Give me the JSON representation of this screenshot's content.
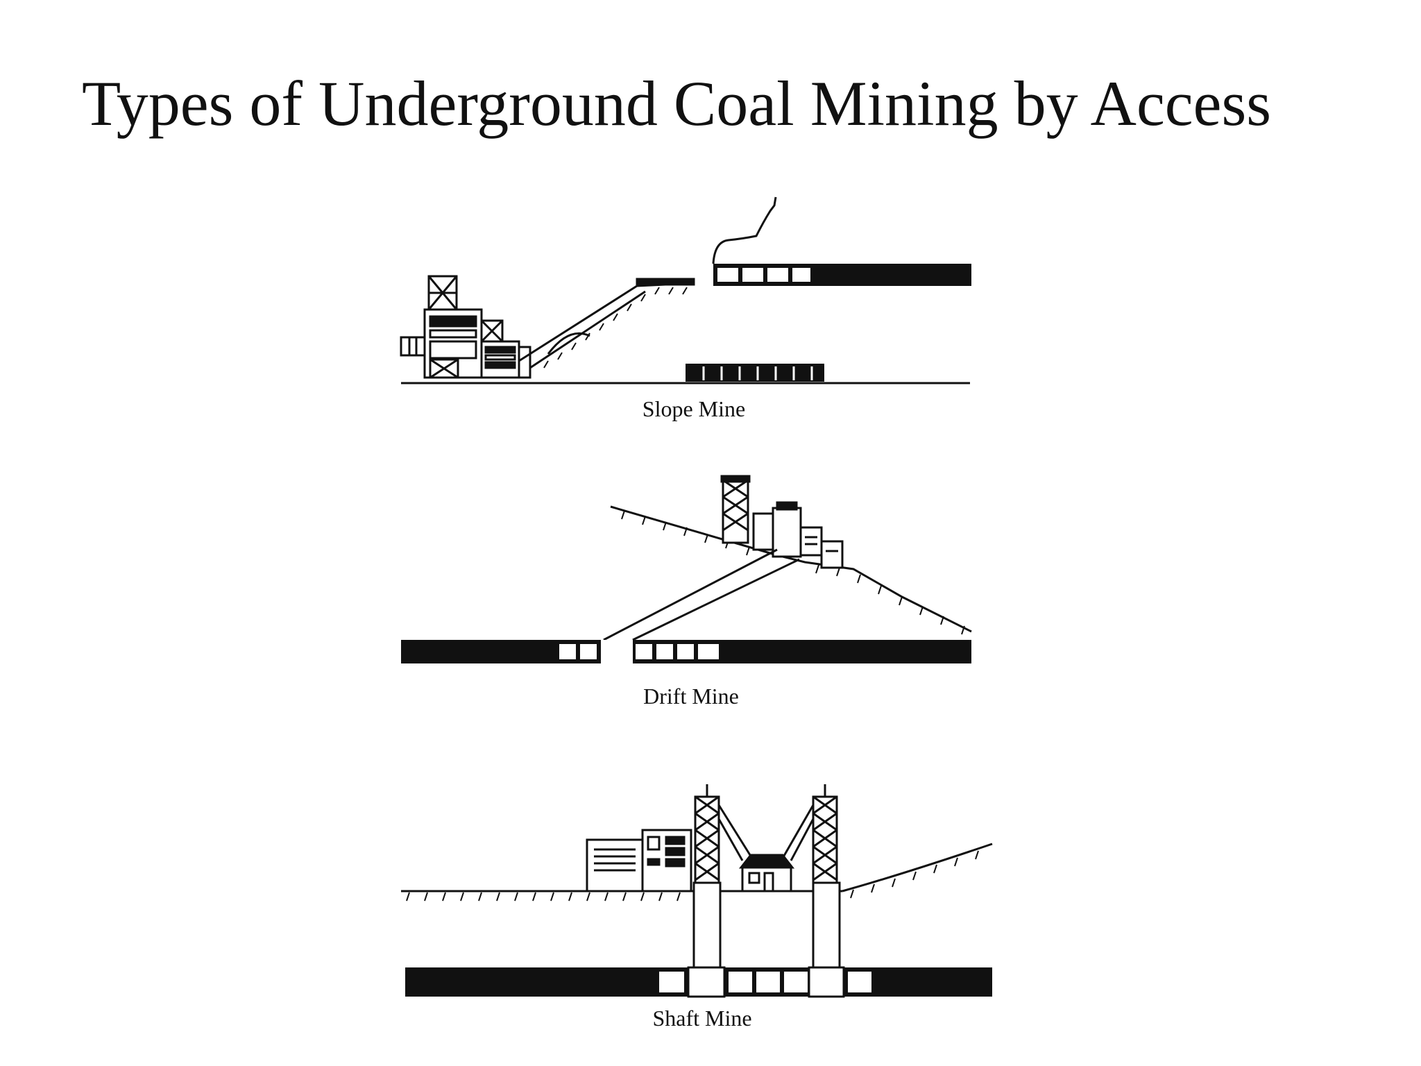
{
  "title": "Types of Underground Coal Mining by Access",
  "diagrams": [
    {
      "caption": "Slope Mine"
    },
    {
      "caption": "Drift Mine"
    },
    {
      "caption": "Shaft Mine"
    }
  ],
  "colors": {
    "ink": "#111111",
    "background": "#ffffff"
  }
}
